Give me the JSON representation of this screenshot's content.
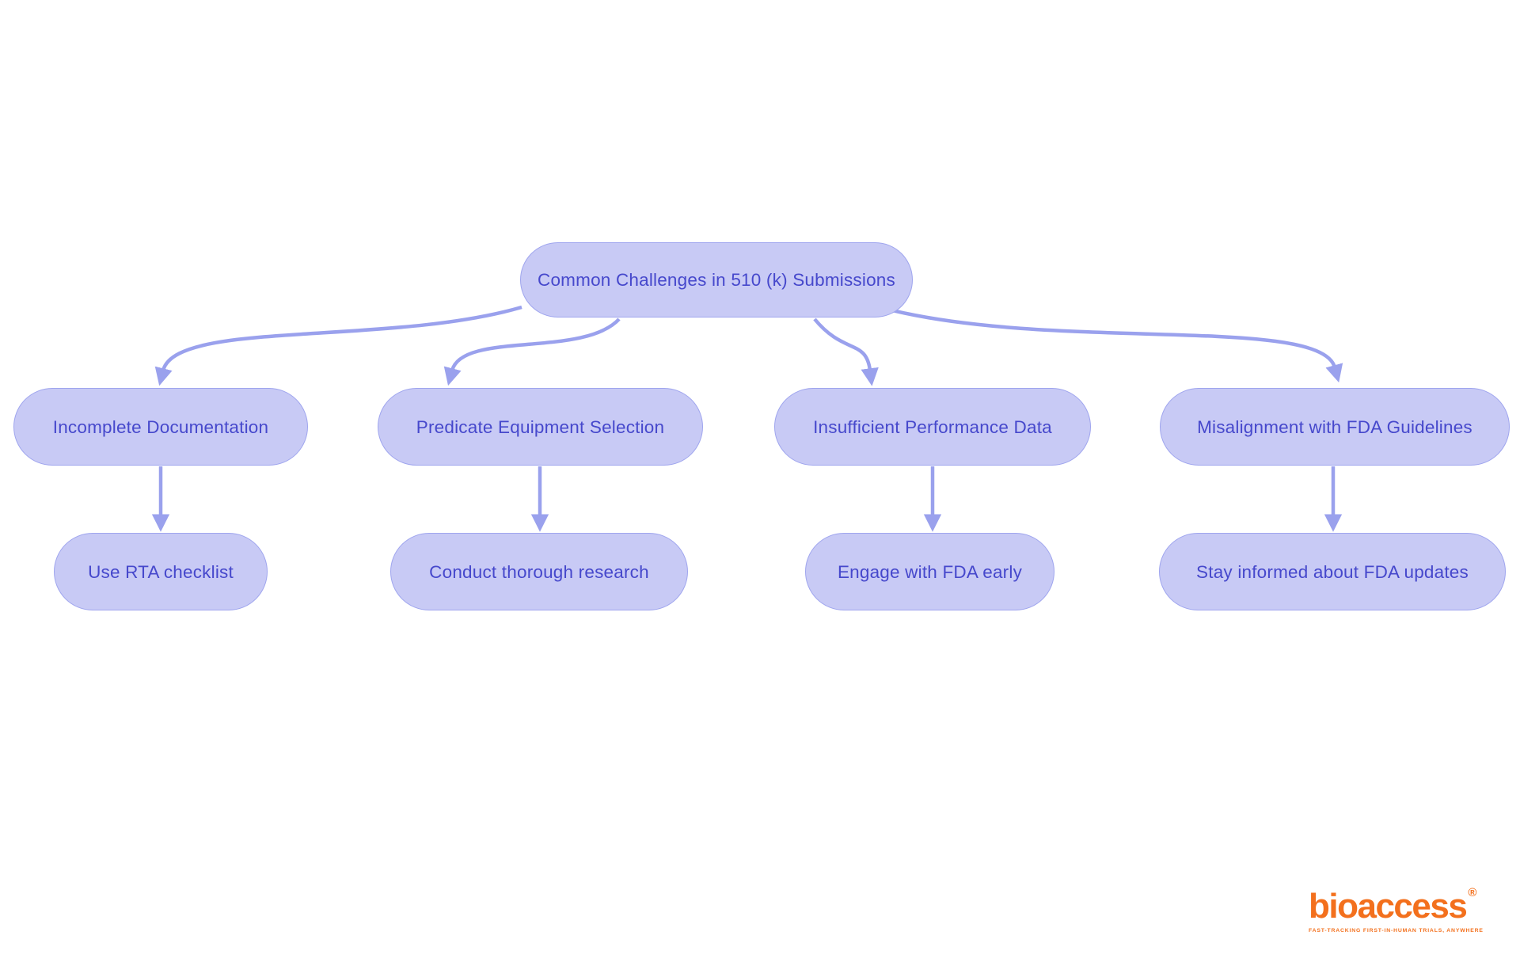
{
  "diagram": {
    "root_label": "Common Challenges in 510 (k) Submissions",
    "branches": [
      {
        "challenge": "Incomplete Documentation",
        "solution": "Use RTA checklist"
      },
      {
        "challenge": "Predicate Equipment Selection",
        "solution": "Conduct thorough research"
      },
      {
        "challenge": "Insufficient Performance Data",
        "solution": "Engage with FDA early"
      },
      {
        "challenge": "Misalignment with FDA Guidelines",
        "solution": "Stay informed about FDA updates"
      }
    ]
  },
  "branding": {
    "logo_text": "bioaccess",
    "registered_mark": "®",
    "tagline": "FAST-TRACKING FIRST-IN-HUMAN TRIALS, ANYWHERE"
  },
  "colors": {
    "background": "#ffffff",
    "node_fill": "#c8caf5",
    "node_border": "#9fa5ee",
    "node_text": "#4648cc",
    "connector": "#9aa1ed",
    "logo_orange": "#f3701d"
  }
}
